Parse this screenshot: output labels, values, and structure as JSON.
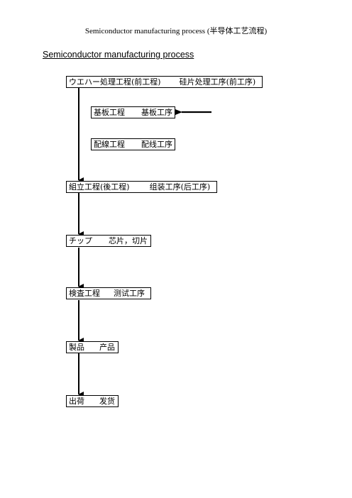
{
  "header": "Semiconductor manufacturing process (半导体工艺流程)",
  "heading": "Semiconductor manufacturing process",
  "steps": [
    {
      "jp": "ウエハー処理工程(前工程)",
      "cn": "硅片处理工序(前工序)"
    },
    {
      "jp": "基板工程",
      "cn": "基板工序"
    },
    {
      "jp": "配線工程",
      "cn": "配线工序"
    },
    {
      "jp": "組立工程(後工程)",
      "cn": "组装工序(后工序)"
    },
    {
      "jp": "チップ",
      "cn": "芯片，切片"
    },
    {
      "jp": "検査工程",
      "cn": "测试工序"
    },
    {
      "jp": "製品",
      "cn": "产品"
    },
    {
      "jp": "出荷",
      "cn": "发货"
    }
  ]
}
